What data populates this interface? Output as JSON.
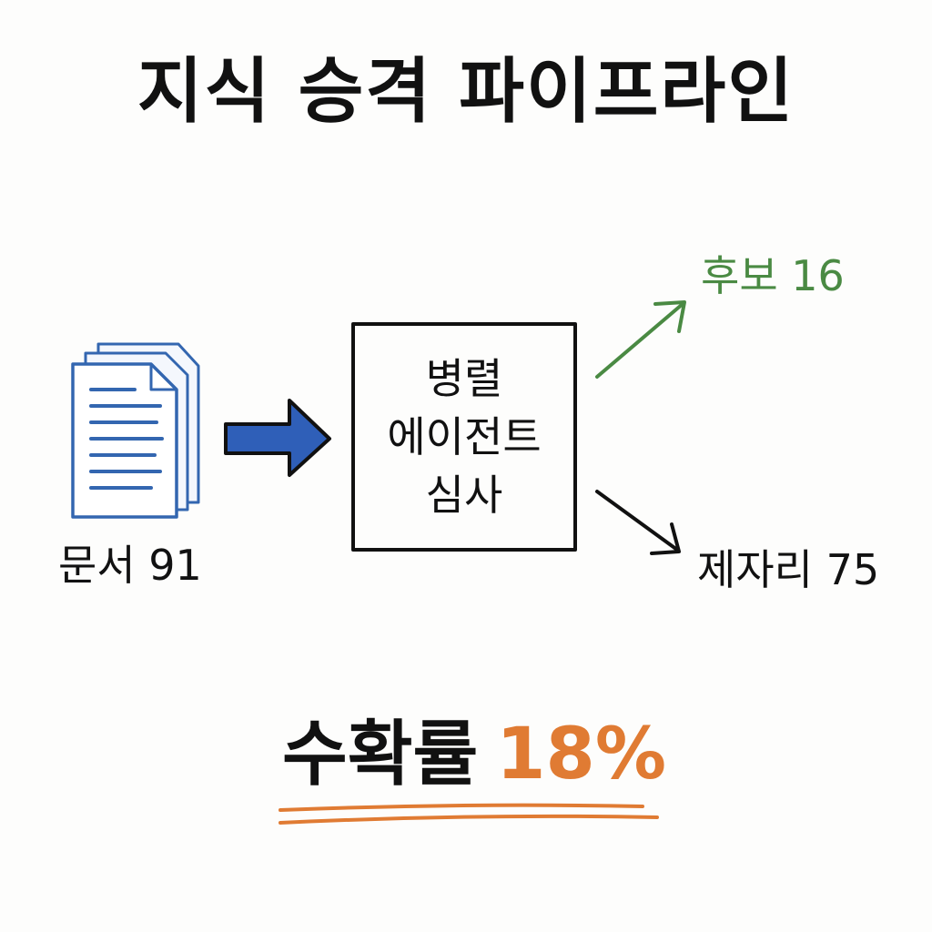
{
  "title": "지식 승격 파이프라인",
  "source": {
    "label": "문서 91"
  },
  "process": {
    "lines": [
      "병렬",
      "에이전트",
      "심사"
    ]
  },
  "outputs": {
    "candidate": {
      "label": "후보 16",
      "color": "#4a8a43"
    },
    "rejected": {
      "label": "제자리 75",
      "color": "#111111"
    }
  },
  "yield": {
    "label": "수확률",
    "value": "18%",
    "color": "#e07b33"
  },
  "colors": {
    "doc_stroke": "#3366b0",
    "doc_fill": "#f4f7fd",
    "arrow_fill": "#2f5fb8",
    "ink": "#111111"
  },
  "icons": [
    "document-stack-icon",
    "right-arrow-icon",
    "up-right-arrow-icon",
    "down-right-arrow-icon",
    "double-underline-icon"
  ]
}
